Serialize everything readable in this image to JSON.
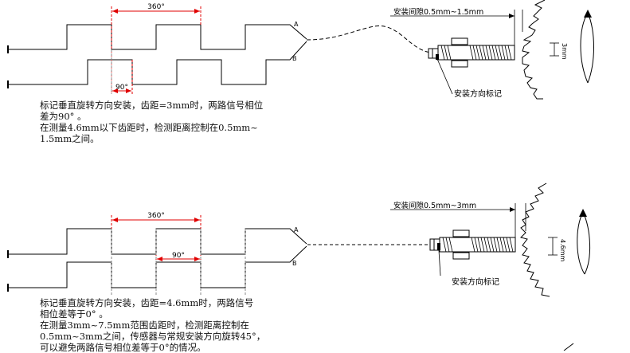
{
  "colors": {
    "ink": "#000000",
    "dimension_red": "#e00000",
    "paper": "#ffffff"
  },
  "top_panel": {
    "dim_360": "360°",
    "dim_90": "90°",
    "signal_a": "A",
    "signal_b": "B",
    "gap_label": "安装间隙0.5mm~1.5mm",
    "pitch_label": "3mm",
    "mark_label": "安装方向标记",
    "notes": [
      "标记垂直旋转方向安装，齿距=3mm时，两路信号相位",
      "差为90°  。",
      "在测量4.6mm以下齿距时，检测距离控制在0.5mm~",
      "1.5mm之间。"
    ]
  },
  "bottom_panel": {
    "dim_360": "360°",
    "dim_90": "90°",
    "signal_a": "A",
    "signal_b": "B",
    "gap_label": "安装间隙0.5mm~3mm",
    "pitch_label": "4.6mm",
    "mark_label": "安装方向标记",
    "notes": [
      "标记垂直旋转方向安装，齿距=4.6mm时，两路信号",
      "相位差等于0°  。",
      "在测量3mm~7.5mm范围齿距时，检测距离控制在",
      "0.5mm~3mm之间，传感器与常规安装方向旋转45°，",
      "可以避免两路信号相位差等于0°的情况。"
    ]
  }
}
